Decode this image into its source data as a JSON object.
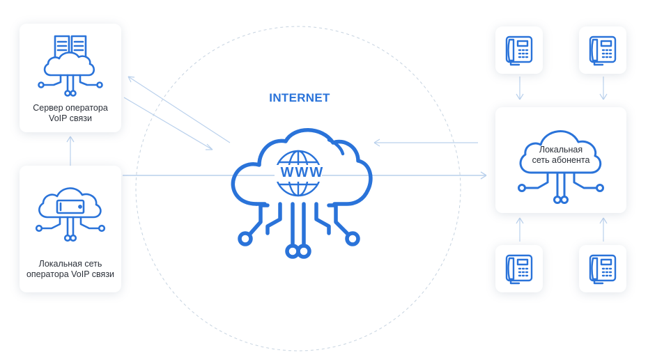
{
  "internet": {
    "title": "INTERNET",
    "www_text": "WWW"
  },
  "server": {
    "label_line1": "Сервер оператора",
    "label_line2": "VoIP связи"
  },
  "operator_lan": {
    "label_line1": "Локальная сеть",
    "label_line2": "оператора VoIP связи"
  },
  "subscriber_lan": {
    "label_line1": "Локальная",
    "label_line2": "сеть абонента"
  },
  "colors": {
    "accent": "#2a73d9",
    "line": "#b9d0ec",
    "text": "#2a2f38"
  },
  "icons": [
    "server-cloud-icon",
    "phone-cloud-icon",
    "globe-cloud-icon",
    "cloud-network-icon",
    "desk-phone-icon"
  ]
}
